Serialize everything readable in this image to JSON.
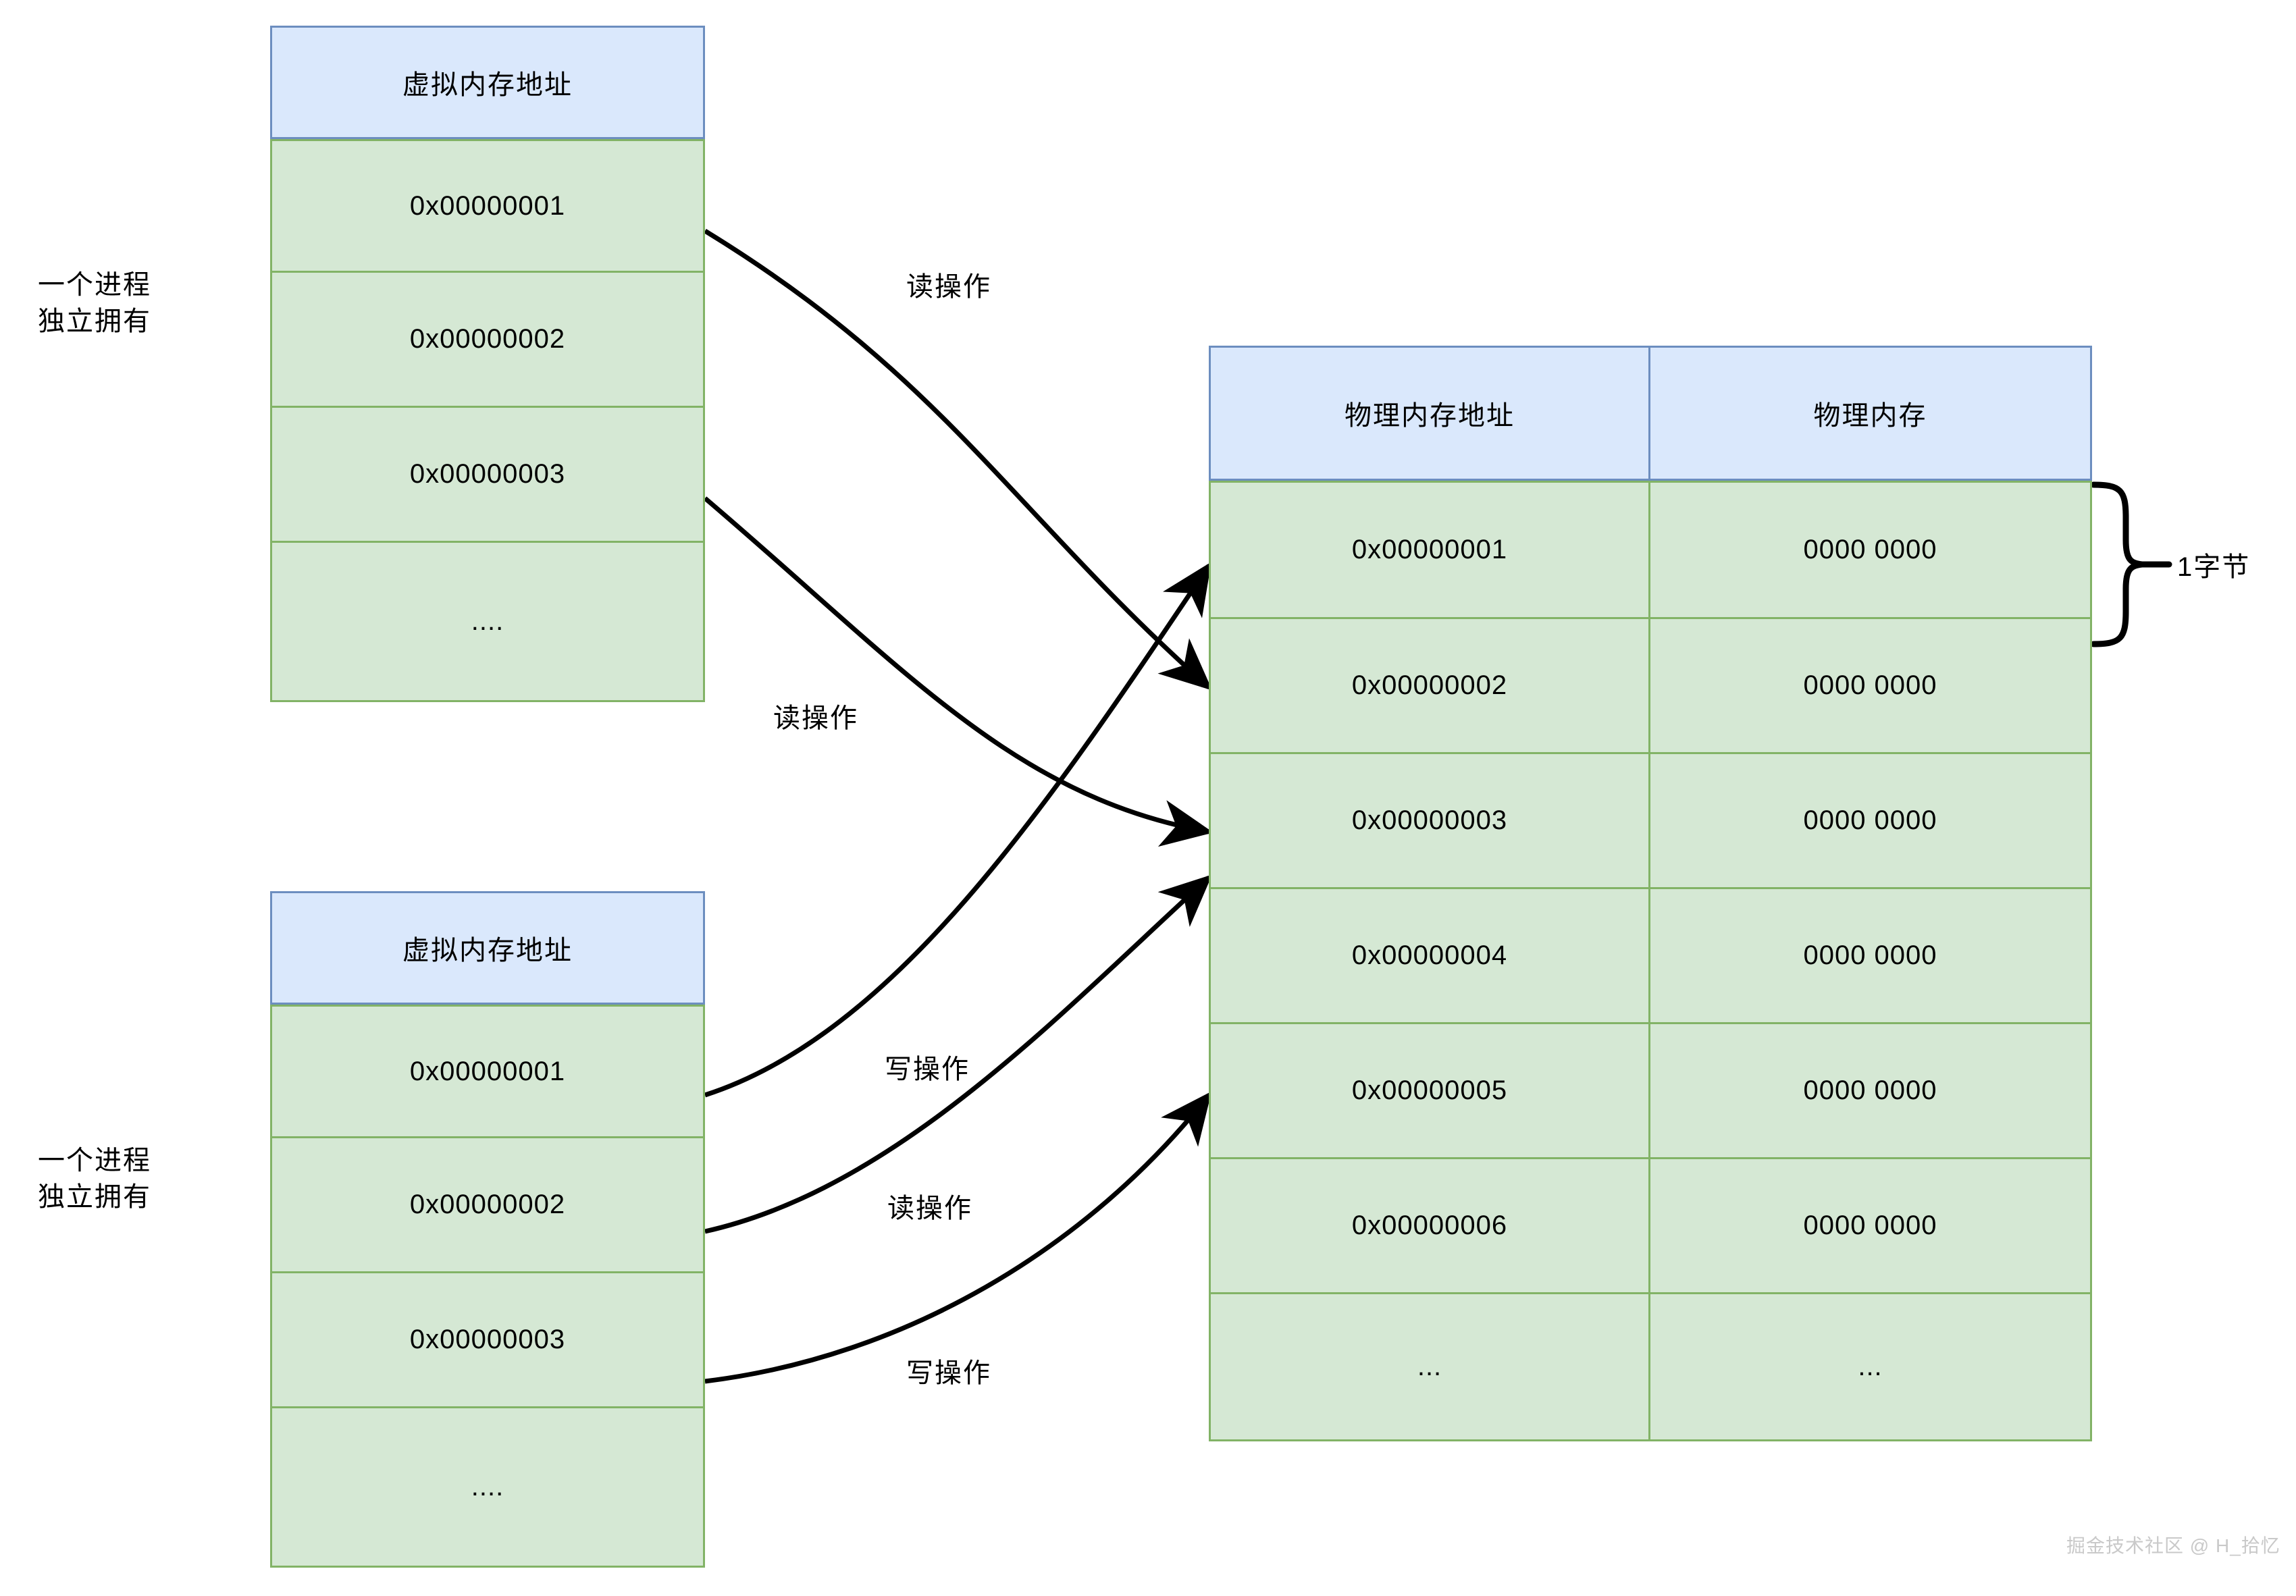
{
  "diagram": {
    "title_semantic": "virtual-memory-to-physical-memory-mapping",
    "colors": {
      "header_fill": "#dae8fc",
      "header_border": "#6c8ebf",
      "row_fill": "#d5e8d4",
      "row_border": "#82b366",
      "arrow": "#000000",
      "watermark": "#c9c9c9"
    }
  },
  "process_one": {
    "caption": "一个进程\n独立拥有",
    "table": {
      "header": "虚拟内存地址",
      "rows": [
        "0x00000001",
        "0x00000002",
        "0x00000003",
        "...."
      ]
    }
  },
  "process_two": {
    "caption": "一个进程\n独立拥有",
    "table": {
      "header": "虚拟内存地址",
      "rows": [
        "0x00000001",
        "0x00000002",
        "0x00000003",
        "...."
      ]
    }
  },
  "physical_memory": {
    "headers": [
      "物理内存地址",
      "物理内存"
    ],
    "rows": [
      {
        "address": "0x00000001",
        "value": "0000 0000"
      },
      {
        "address": "0x00000002",
        "value": "0000 0000"
      },
      {
        "address": "0x00000003",
        "value": "0000 0000"
      },
      {
        "address": "0x00000004",
        "value": "0000 0000"
      },
      {
        "address": "0x00000005",
        "value": "0000 0000"
      },
      {
        "address": "0x00000006",
        "value": "0000 0000"
      },
      {
        "address": "...",
        "value": "..."
      }
    ],
    "byte_brace_label": "1字节"
  },
  "arrows": [
    {
      "id": "a1",
      "label": "读操作",
      "from": "process_one.0x00000001",
      "to": "physical.0x00000002"
    },
    {
      "id": "a2",
      "label": "读操作",
      "from": "process_one.0x00000003",
      "to": "physical.0x00000003"
    },
    {
      "id": "a3",
      "label": "写操作",
      "from": "process_two.0x00000001",
      "to": "physical.0x00000001"
    },
    {
      "id": "a4",
      "label": "读操作",
      "from": "process_two.0x00000002",
      "to": "physical.0x00000003"
    },
    {
      "id": "a5",
      "label": "写操作",
      "from": "process_two.0x00000003",
      "to": "physical.0x00000005"
    }
  ],
  "watermark": "掘金技术社区 @ H_拾忆"
}
